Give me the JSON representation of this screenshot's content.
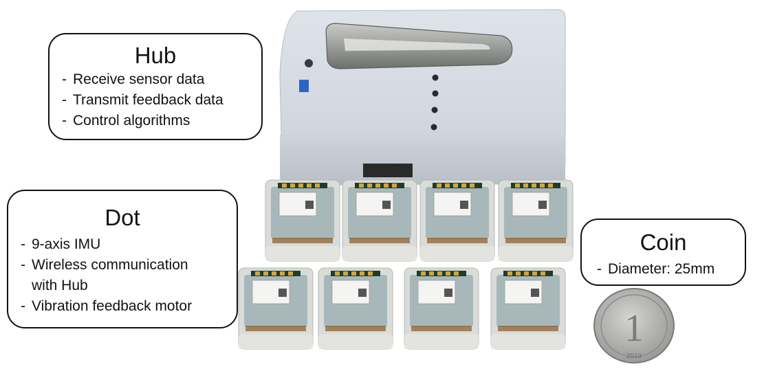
{
  "hub": {
    "title": "Hub",
    "items": [
      "Receive sensor data",
      "Transmit feedback data",
      "Control algorithms"
    ]
  },
  "dot": {
    "title": "Dot",
    "items": [
      "9-axis IMU",
      "Wireless communication",
      "with Hub",
      "Vibration feedback motor"
    ]
  },
  "coin": {
    "title": "Coin",
    "items": [
      "Diameter: 25mm"
    ],
    "face_value": "1",
    "year": "2013"
  },
  "dot_count": 8,
  "colors": {
    "hub_body": "#d6dae2",
    "dot_case": "#d9dcd8",
    "coin": "#b8b8b8",
    "callout_border": "#111111"
  }
}
